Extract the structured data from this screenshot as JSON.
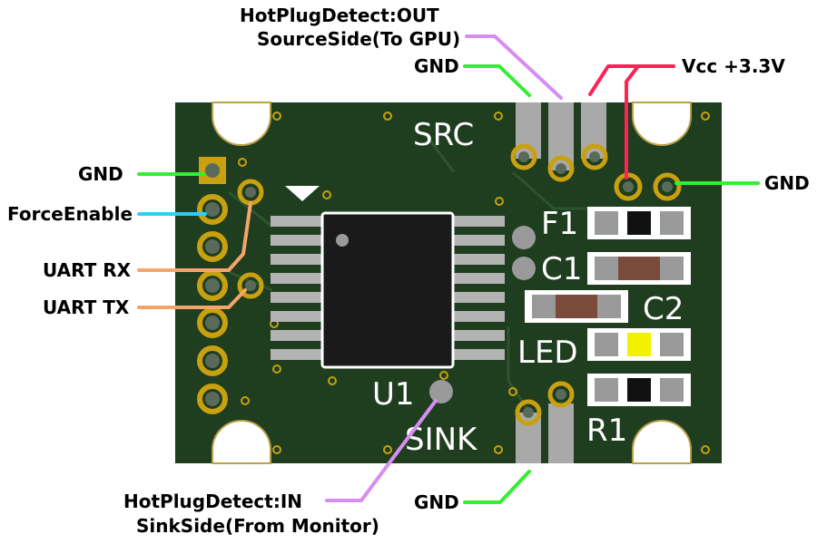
{
  "silkscreen": {
    "src": "SRC",
    "sink": "SINK",
    "u1": "U1",
    "f1": "F1",
    "c1": "C1",
    "c2": "C2",
    "led": "LED",
    "r1": "R1"
  },
  "callouts": {
    "hpd_out_line1": "HotPlugDetect:OUT",
    "hpd_out_line2": "SourceSide(To GPU)",
    "gnd_top": "GND",
    "vcc": "Vcc +3.3V",
    "gnd_right": "GND",
    "gnd_left": "GND",
    "force_enable": "ForceEnable",
    "uart_rx": "UART RX",
    "uart_tx": "UART TX",
    "hpd_in_line1": "HotPlugDetect:IN",
    "hpd_in_line2": "SinkSide(From Monitor)",
    "gnd_bottom": "GND"
  },
  "colors": {
    "board": "#1f3d1f",
    "gnd_line": "#33ee33",
    "hpd_line": "#d68ef0",
    "vcc_line": "#ff2255",
    "force_enable_line": "#33ccf0",
    "uart_line": "#f5a56a",
    "copper": "#c8a010",
    "led_color": "#f2f200"
  }
}
